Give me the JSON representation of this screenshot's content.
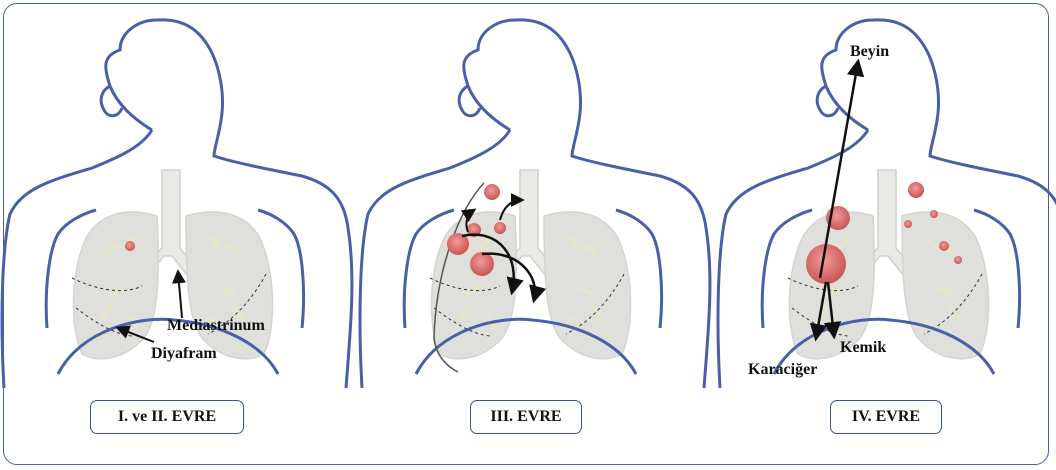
{
  "stages": [
    {
      "label": "I. ve II. EVRE"
    },
    {
      "label": "III. EVRE"
    },
    {
      "label": "IV. EVRE"
    }
  ],
  "labels": {
    "mediastinum": "Mediastrinum",
    "diaphragm": "Diyafram",
    "brain": "Beyin",
    "bone": "Kemik",
    "liver": "Karaciğer"
  },
  "colors": {
    "outline": "#4a5fa8",
    "lung_fill": "#dfe0dc",
    "trachea_fill": "#e9eae6",
    "tumor": "#e07070",
    "arrow": "#111111"
  }
}
